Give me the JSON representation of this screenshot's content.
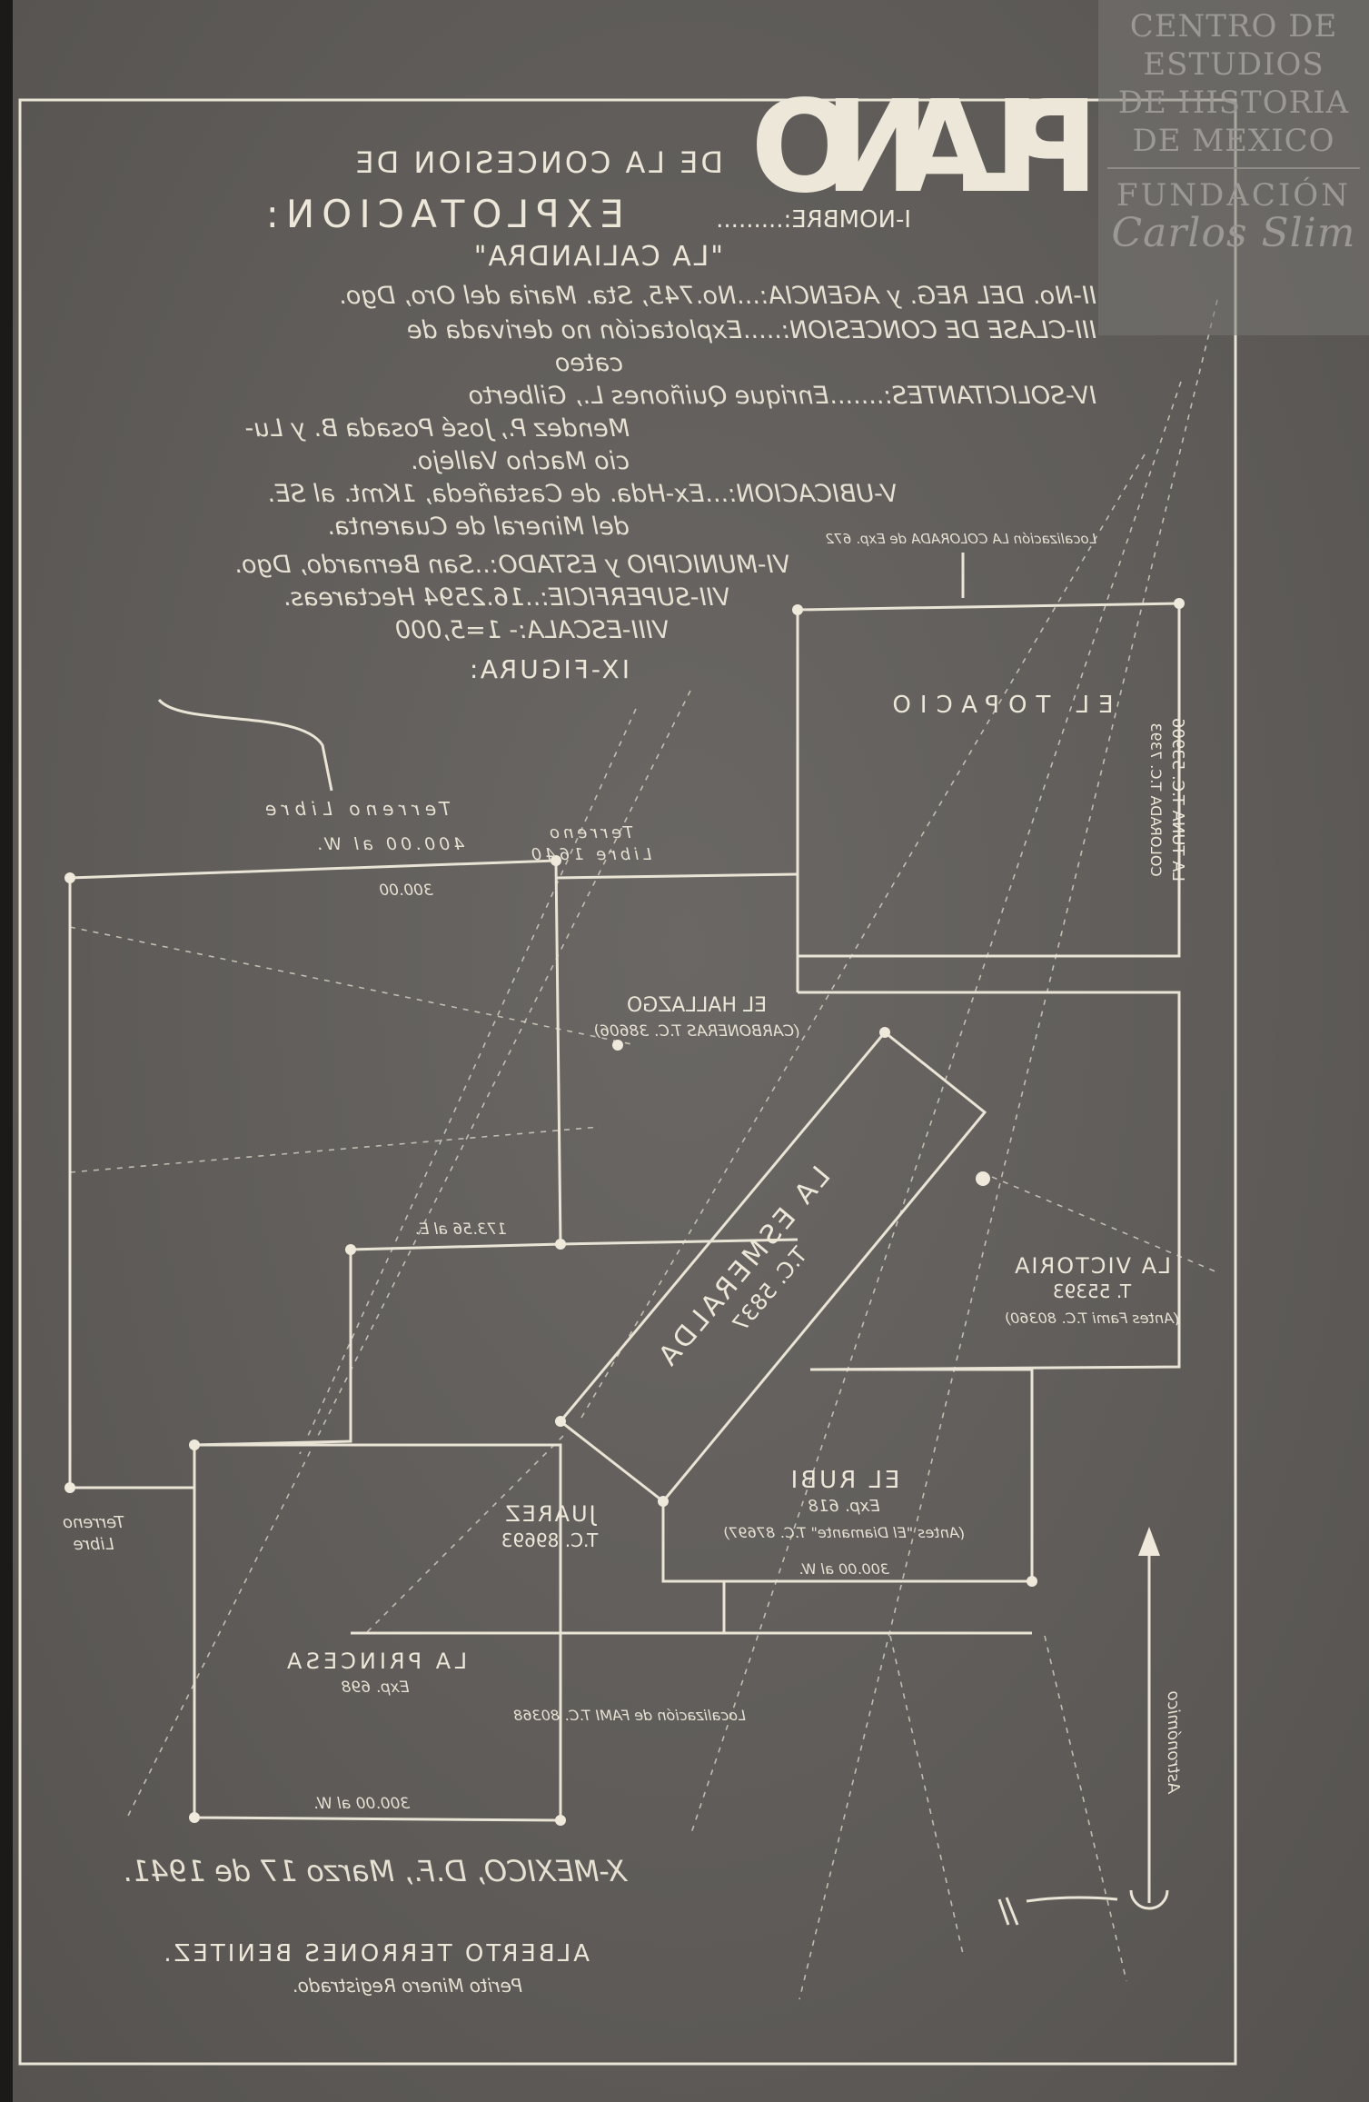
{
  "header": {
    "title": "PLANO",
    "subtitle": "DE LA CONCESION DE",
    "subtitle2": "EXPLOTACION:",
    "items": [
      "I-NOMBRE:.........",
      "\"LA CALIANDRA\"",
      "II-No. DEL REG. y AGENCIA:...No.745, Sta. Maria del Oro, Dgo.",
      "III-CLASE DE CONCESION:.....Explotación no derivada de",
      "cateo",
      "IV-SOLICITANTES:.......Enrique Quiñones L., Gilberto",
      "Mendez P., José Posada B. y Lu-",
      "cio Macho Vallejo.",
      "V-UBICACION:...Ex-Hda. de Castañeda, 1Kmt. al SE.",
      "del Mineral de Cuarenta.",
      "VI-MUNICIPIO y ESTADO:..San Bernardo, Dgo.",
      "VII-SUPERFICIE:..16.2594 Hectareas.",
      "VIII-ESCALA:- 1=5,000",
      "IX-FIGURA:"
    ]
  },
  "parcels": {
    "topacio": "EL TOPACIO",
    "hallazgo": "EL HALLAZGO",
    "hallazgo_sub": "(CARBONERAS T.C. 38606)",
    "esmeralda": "LA ESMERALDA",
    "esmeralda_sub": "T.C. 5837",
    "victoria": "LA VICTORIA",
    "victoria_sub": "T. 55393",
    "victoria_sub2": "(Antes Fami T.C. 80360)",
    "rubi": "EL RUBI",
    "rubi_sub": "Exp. 618",
    "rubi_sub2": "(Antes \"El Diamante\" T.C. 87697)",
    "juarez": "JUAREZ",
    "juarez_sub": "T.C. 89693",
    "princesa": "LA PRINCESA",
    "princesa_sub": "Exp. 698",
    "tuna": "LA TUNA T.C. 53906",
    "colorada": "COLORADA T.C. 7393"
  },
  "annotations": {
    "terreno_libre_1": "Terreno Libre",
    "terreno_libre_2": "Terreno",
    "terreno_libre_2b": "Libre 1640",
    "terreno_libre_3": "Terreno",
    "terreno_libre_3b": "Libre",
    "dim_top": "400.00 al W.",
    "dim_top2": "300.00",
    "dim_bottom": "300.00 al W.",
    "dim_mid": "173.56 al E.",
    "dim_rubi": "300.00 al W.",
    "localizacion_fami": "Localización de FAMI T.C. 80368",
    "localizacion_colorada": "Localización LA COLORADA de Exp. 672",
    "north": "Astronómico"
  },
  "footer": {
    "place_date": "X-MEXICO, D.F., Marzo 17 de 1941.",
    "surveyor": "ALBERTO TERRONES BENITEZ.",
    "surveyor_title": "Perito Minero Registrado."
  },
  "watermark": {
    "line1": "CENTRO DE",
    "line2": "ESTUDIOS",
    "line3": "DE HISTORIA",
    "line4": "DE MEXICO",
    "line5": "FUNDACIÓN",
    "signature": "Carlos Slim"
  },
  "colors": {
    "paper": "#5f5c59",
    "ink": "#ece7d8"
  }
}
